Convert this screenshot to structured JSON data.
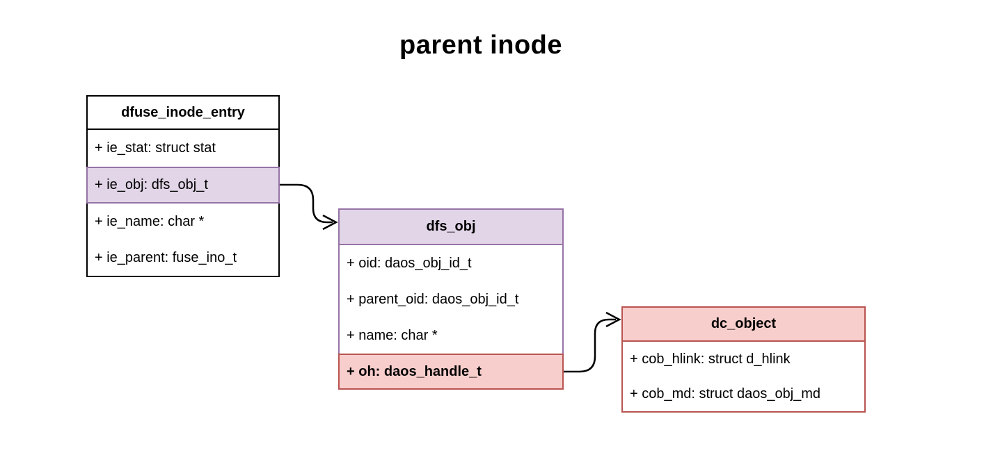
{
  "title": "parent inode",
  "colors": {
    "purple_fill": "#E1D5E7",
    "purple_border": "#9673A6",
    "red_fill": "#F8CECC",
    "red_border": "#B85450",
    "black": "#000000",
    "white": "#FFFFFF",
    "connector": "#000000"
  },
  "classes": [
    {
      "name": "dfuse_inode_entry",
      "fields": [
        {
          "label": "+ ie_stat: struct stat",
          "highlight": "none"
        },
        {
          "label": "+ ie_obj: dfs_obj_t",
          "highlight": "purple"
        },
        {
          "label": "+ ie_name: char *",
          "highlight": "none"
        },
        {
          "label": "+ ie_parent: fuse_ino_t",
          "highlight": "none"
        }
      ]
    },
    {
      "name": "dfs_obj",
      "fields": [
        {
          "label": "+ oid: daos_obj_id_t",
          "highlight": "none"
        },
        {
          "label": "+ parent_oid: daos_obj_id_t",
          "highlight": "none"
        },
        {
          "label": "+ name: char *",
          "highlight": "none"
        },
        {
          "label": "+ oh: daos_handle_t",
          "highlight": "red"
        }
      ]
    },
    {
      "name": "dc_object",
      "fields": [
        {
          "label": "+ cob_hlink: struct d_hlink",
          "highlight": "none"
        },
        {
          "label": "+ cob_md: struct daos_obj_md",
          "highlight": "none"
        }
      ]
    }
  ],
  "connectors": [
    {
      "from": "dfuse_inode_entry.ie_obj",
      "to": "dfs_obj",
      "arrow": "open"
    },
    {
      "from": "dfs_obj.oh",
      "to": "dc_object",
      "arrow": "open"
    }
  ]
}
